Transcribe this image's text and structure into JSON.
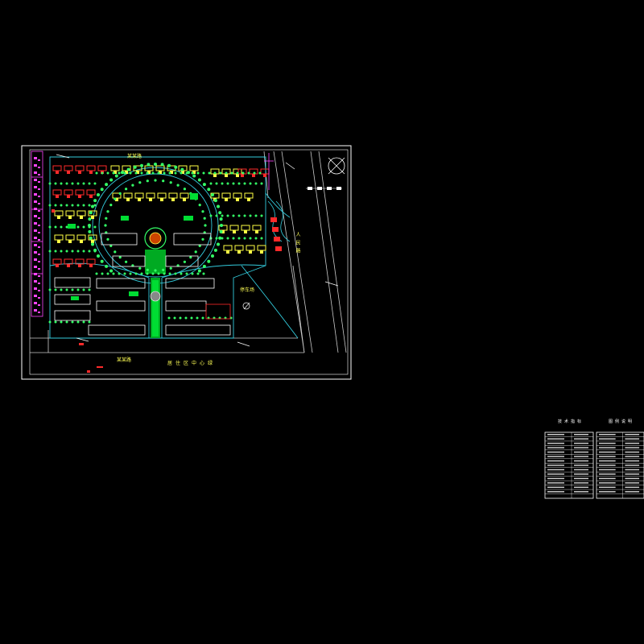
{
  "drawing": {
    "background": "#000000",
    "colors": {
      "frame": "#ffffff",
      "building_red": "#ff2a2a",
      "building_yellow": "#ffff44",
      "tree_green": "#33ff66",
      "road_cyan": "#33ccdd",
      "grass_green": "#00dd33",
      "magenta": "#ff44ff",
      "text_yellow": "#ffff55",
      "gray": "#888888"
    },
    "labels": {
      "north_street": "某某路",
      "south_street": "某某路",
      "bottom_title": "居住区中心绿",
      "east_road": "人民路",
      "plaza_note": "停车场"
    },
    "tables": [
      {
        "title": "技术指标",
        "rows": 14
      },
      {
        "title": "图例说明",
        "rows": 14
      }
    ],
    "icons": [
      "north-arrow-icon",
      "compass-icon"
    ]
  }
}
